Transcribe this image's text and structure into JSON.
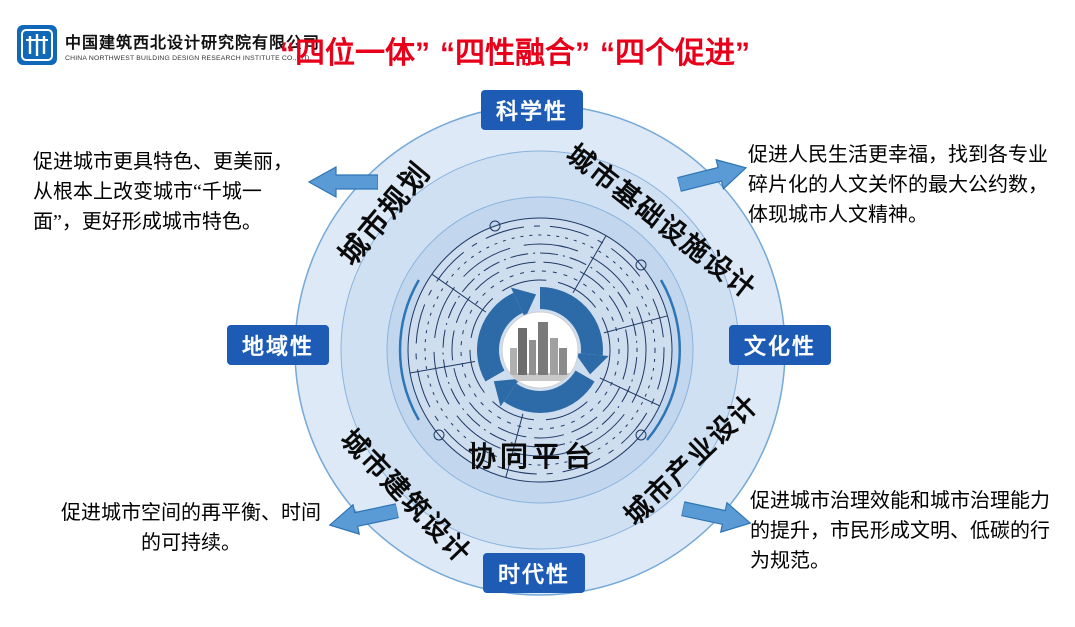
{
  "header": {
    "logo": {
      "name_cn": "中国建筑西北设计研究院有限公司",
      "name_en": "CHINA NORTHWEST BUILDING DESIGN RESEARCH INSTITUTE CO.,LTD."
    },
    "title": {
      "part1": "“四位一体”",
      "part2": "“四性融合”",
      "part3": "“四个促进”",
      "color": "#e8001b"
    }
  },
  "diagram": {
    "center_platform_label": "协同平台",
    "badges": {
      "top": "科学性",
      "right": "文化性",
      "bottom": "时代性",
      "left": "地域性"
    },
    "sectors": {
      "upper_left": "城市规划",
      "upper_right": "城市基础设施设计",
      "lower_right": "城市产业设计",
      "lower_left": "城市建筑设计"
    },
    "colors": {
      "badge_bg": "#1d5bb5",
      "ring_outer": "#dde9f6",
      "ring_mid": "#cfe0f2",
      "ring_inner": "#c2d7ee",
      "pattern_line": "#1f3864",
      "rotor": "#2d6ba8",
      "arrow_fill": "#5b9bd5",
      "arrow_stroke": "#2e75b6"
    }
  },
  "callouts": {
    "upper_left": "促进城市更具特色、更美丽，从根本上改变城市“千城一面”，更好形成城市特色。",
    "upper_right": "促进人民生活更幸福，找到各专业碎片化的人文关怀的最大公约数，体现城市人文精神。",
    "lower_left": "促进城市空间的再平衡、时间的可持续。",
    "lower_right": "促进城市治理效能和城市治理能力的提升，市民形成文明、低碳的行为规范。"
  }
}
